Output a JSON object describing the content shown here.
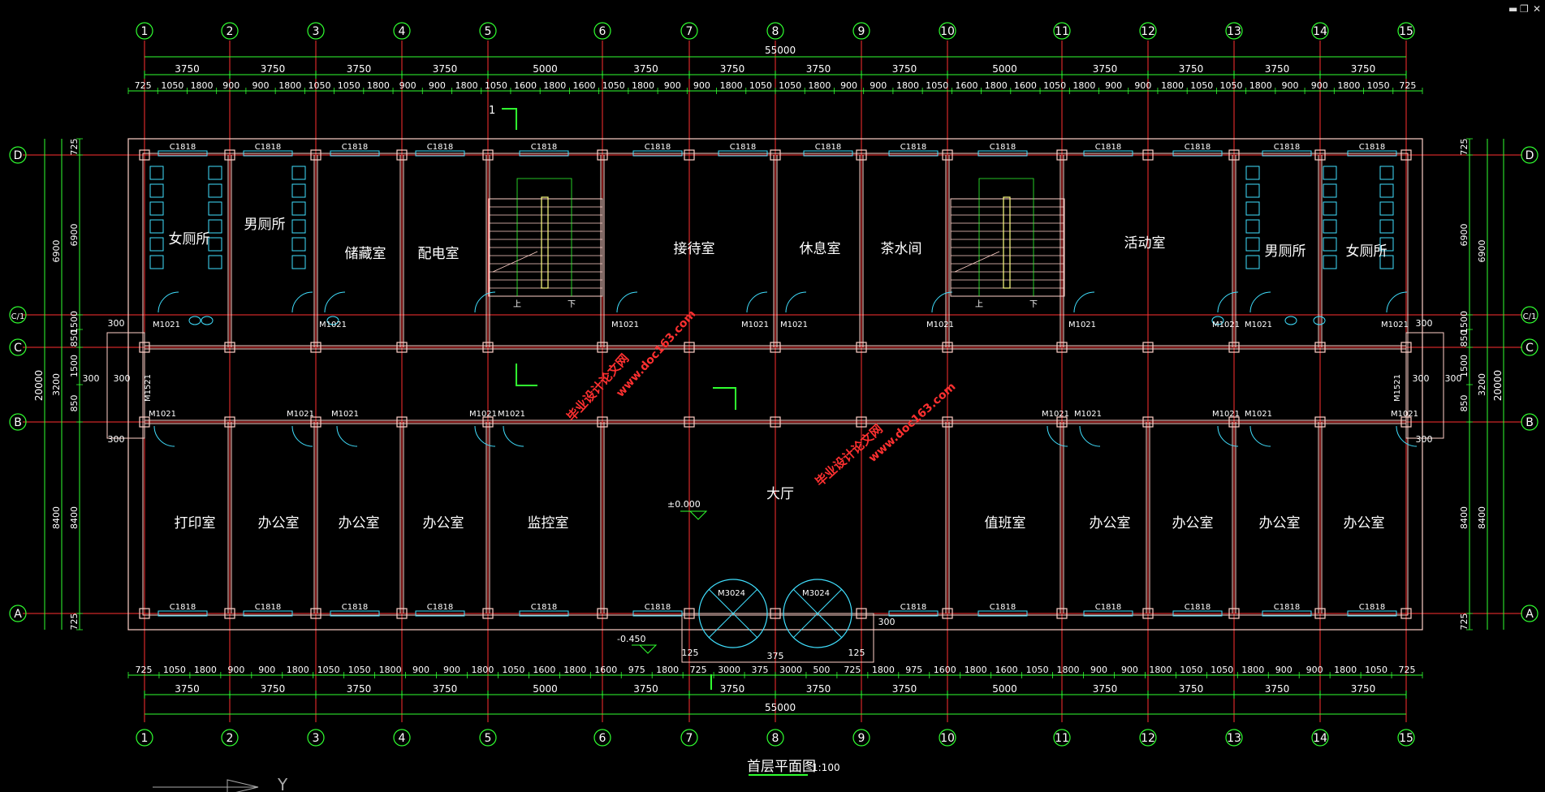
{
  "window": {
    "minimize_icon": "minimize-icon",
    "restore_icon": "restore-icon",
    "close_icon": "close-icon"
  },
  "drawing": {
    "title": "首层平面图",
    "scale": "1:100",
    "ucs_label": "Y",
    "section_mark": "1",
    "watermark": "毕业设计论文网",
    "watermark_url": "www.doc163.com",
    "colors": {
      "grid": "#ff3030",
      "dim": "#30ff30",
      "wall": "#ffd0c8",
      "fixture": "#40e0ff",
      "text": "#ffffff"
    }
  },
  "axes": {
    "columns": [
      "1",
      "2",
      "3",
      "4",
      "5",
      "6",
      "7",
      "8",
      "9",
      "10",
      "11",
      "12",
      "13",
      "14",
      "15"
    ],
    "rows": [
      "D",
      "C/1",
      "C",
      "B",
      "A"
    ]
  },
  "dims": {
    "total_width": "55000",
    "top_spans": [
      "3750",
      "3750",
      "3750",
      "3750",
      "5000",
      "3750",
      "3750",
      "3750",
      "3750",
      "5000",
      "3750",
      "3750",
      "3750",
      "3750"
    ],
    "top_details": [
      "725",
      "1050",
      "1800",
      "900",
      "900",
      "1800",
      "1050",
      "1050",
      "1800",
      "900",
      "900",
      "1800",
      "1050",
      "1600",
      "1800",
      "1600",
      "1050",
      "1800",
      "900",
      "900",
      "1800",
      "1050",
      "1050",
      "1800",
      "900",
      "900",
      "1800",
      "1050",
      "1600",
      "1800",
      "1600",
      "1050",
      "1800",
      "900",
      "900",
      "1800",
      "1050",
      "1050",
      "1800",
      "900",
      "900",
      "1800",
      "1050",
      "725"
    ],
    "bottom_spans": [
      "3750",
      "3750",
      "3750",
      "3750",
      "5000",
      "3750",
      "3750",
      "3750",
      "3750",
      "5000",
      "3750",
      "3750",
      "3750",
      "3750"
    ],
    "bottom_details": [
      "725",
      "1050",
      "1800",
      "900",
      "900",
      "1800",
      "1050",
      "1050",
      "1800",
      "900",
      "900",
      "1800",
      "1050",
      "1600",
      "1800",
      "1600",
      "975",
      "1800",
      "725",
      "3000",
      "375",
      "3000",
      "500",
      "725",
      "1800",
      "975",
      "1600",
      "1800",
      "1600",
      "1050",
      "1800",
      "900",
      "900",
      "1800",
      "1050",
      "1050",
      "1800",
      "900",
      "900",
      "1800",
      "1050",
      "725"
    ],
    "total_depth": "20000",
    "left_spans": [
      "725",
      "6900",
      "1500",
      "850",
      "1500",
      "850",
      "8400",
      "725"
    ],
    "left_outer": [
      "6900",
      "3200",
      "8400"
    ],
    "right_spans": [
      "725",
      "6900",
      "1500",
      "850",
      "1500",
      "850",
      "8400",
      "725"
    ],
    "right_outer": [
      "6900",
      "3200",
      "8400"
    ],
    "misc": [
      "300",
      "300",
      "300",
      "300",
      "300",
      "300",
      "300",
      "300",
      "125",
      "375",
      "125",
      "300"
    ]
  },
  "rooms": {
    "upper": [
      "女厕所",
      "男厕所",
      "储藏室",
      "配电室",
      "接待室",
      "休息室",
      "茶水间",
      "活动室",
      "男厕所",
      "女厕所"
    ],
    "lower": [
      "打印室",
      "办公室",
      "办公室",
      "办公室",
      "监控室",
      "值班室",
      "办公室",
      "办公室",
      "办公室",
      "办公室"
    ],
    "hall": "大厅",
    "stair_up": "上",
    "stair_down": "下"
  },
  "tags": {
    "window": "C1818",
    "door": "M1021",
    "side_door": "M1521",
    "main_door": "M3024",
    "level_floor": "±0.000",
    "level_outside": "-0.450"
  }
}
